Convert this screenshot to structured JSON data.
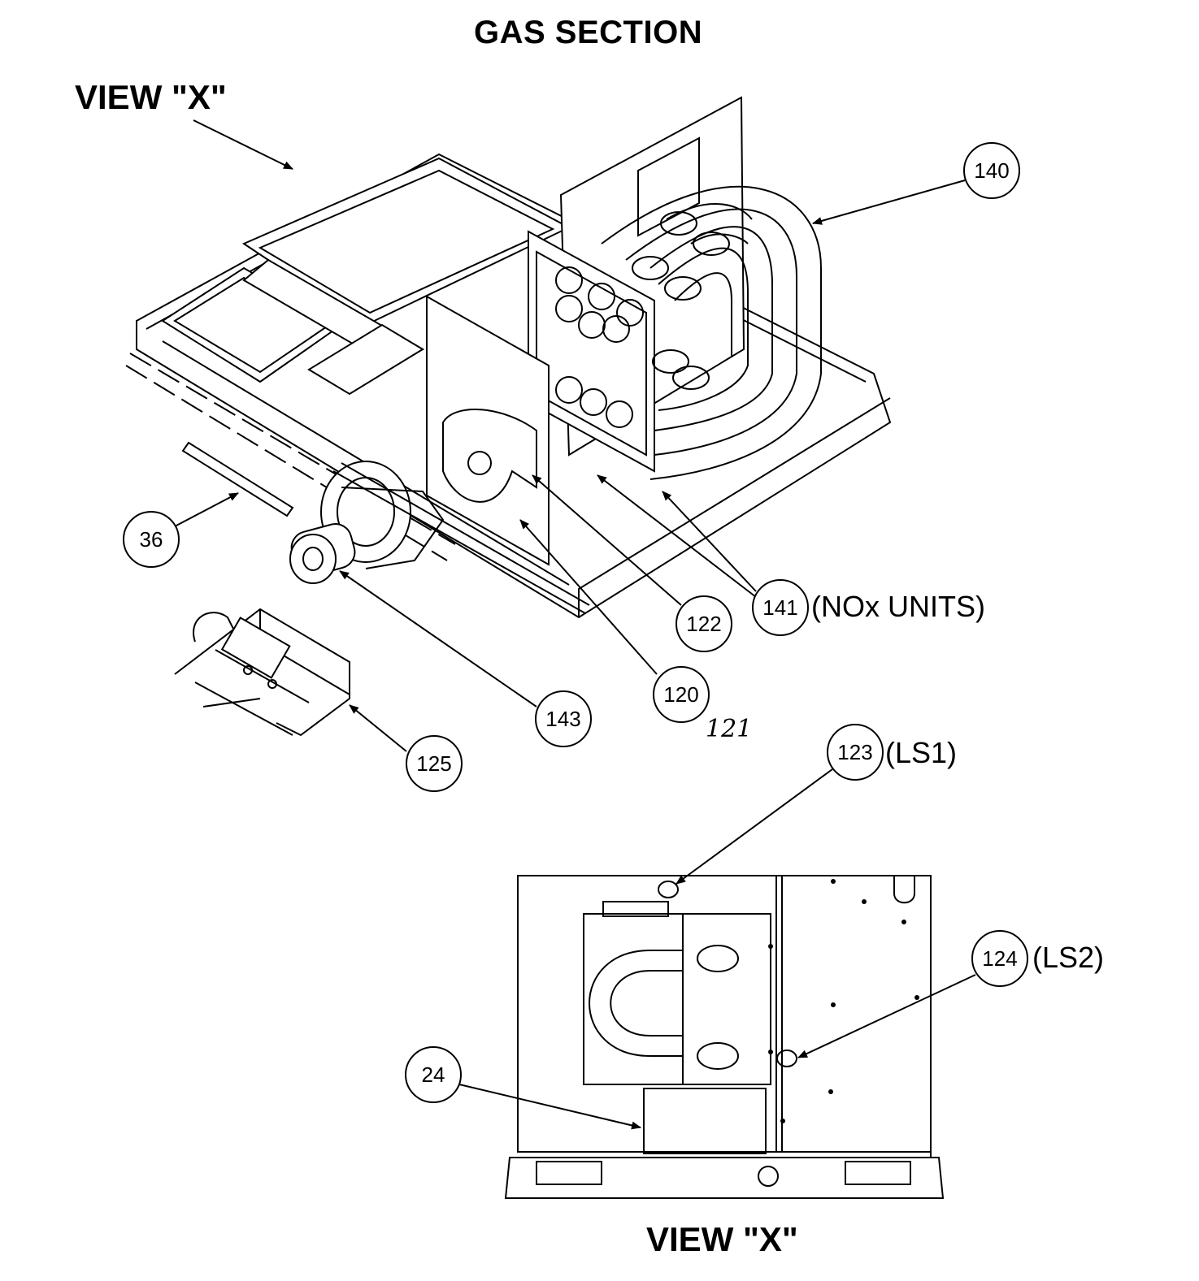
{
  "title": "GAS SECTION",
  "view_label_top": "VIEW \"X\"",
  "view_label_bottom": "VIEW \"X\"",
  "callouts": [
    {
      "id": "140",
      "label": "140"
    },
    {
      "id": "36",
      "label": "36"
    },
    {
      "id": "141",
      "label": "141",
      "suffix": "(NOx UNITS)"
    },
    {
      "id": "122",
      "label": "122"
    },
    {
      "id": "120",
      "label": "120"
    },
    {
      "id": "143",
      "label": "143"
    },
    {
      "id": "125",
      "label": "125"
    },
    {
      "id": "123",
      "label": "123",
      "suffix": "(LS1)"
    },
    {
      "id": "124",
      "label": "124",
      "suffix": "(LS2)"
    },
    {
      "id": "24",
      "label": "24"
    }
  ],
  "handwritten_note": "121",
  "colors": {
    "ink": "#000000",
    "paper": "#ffffff"
  }
}
